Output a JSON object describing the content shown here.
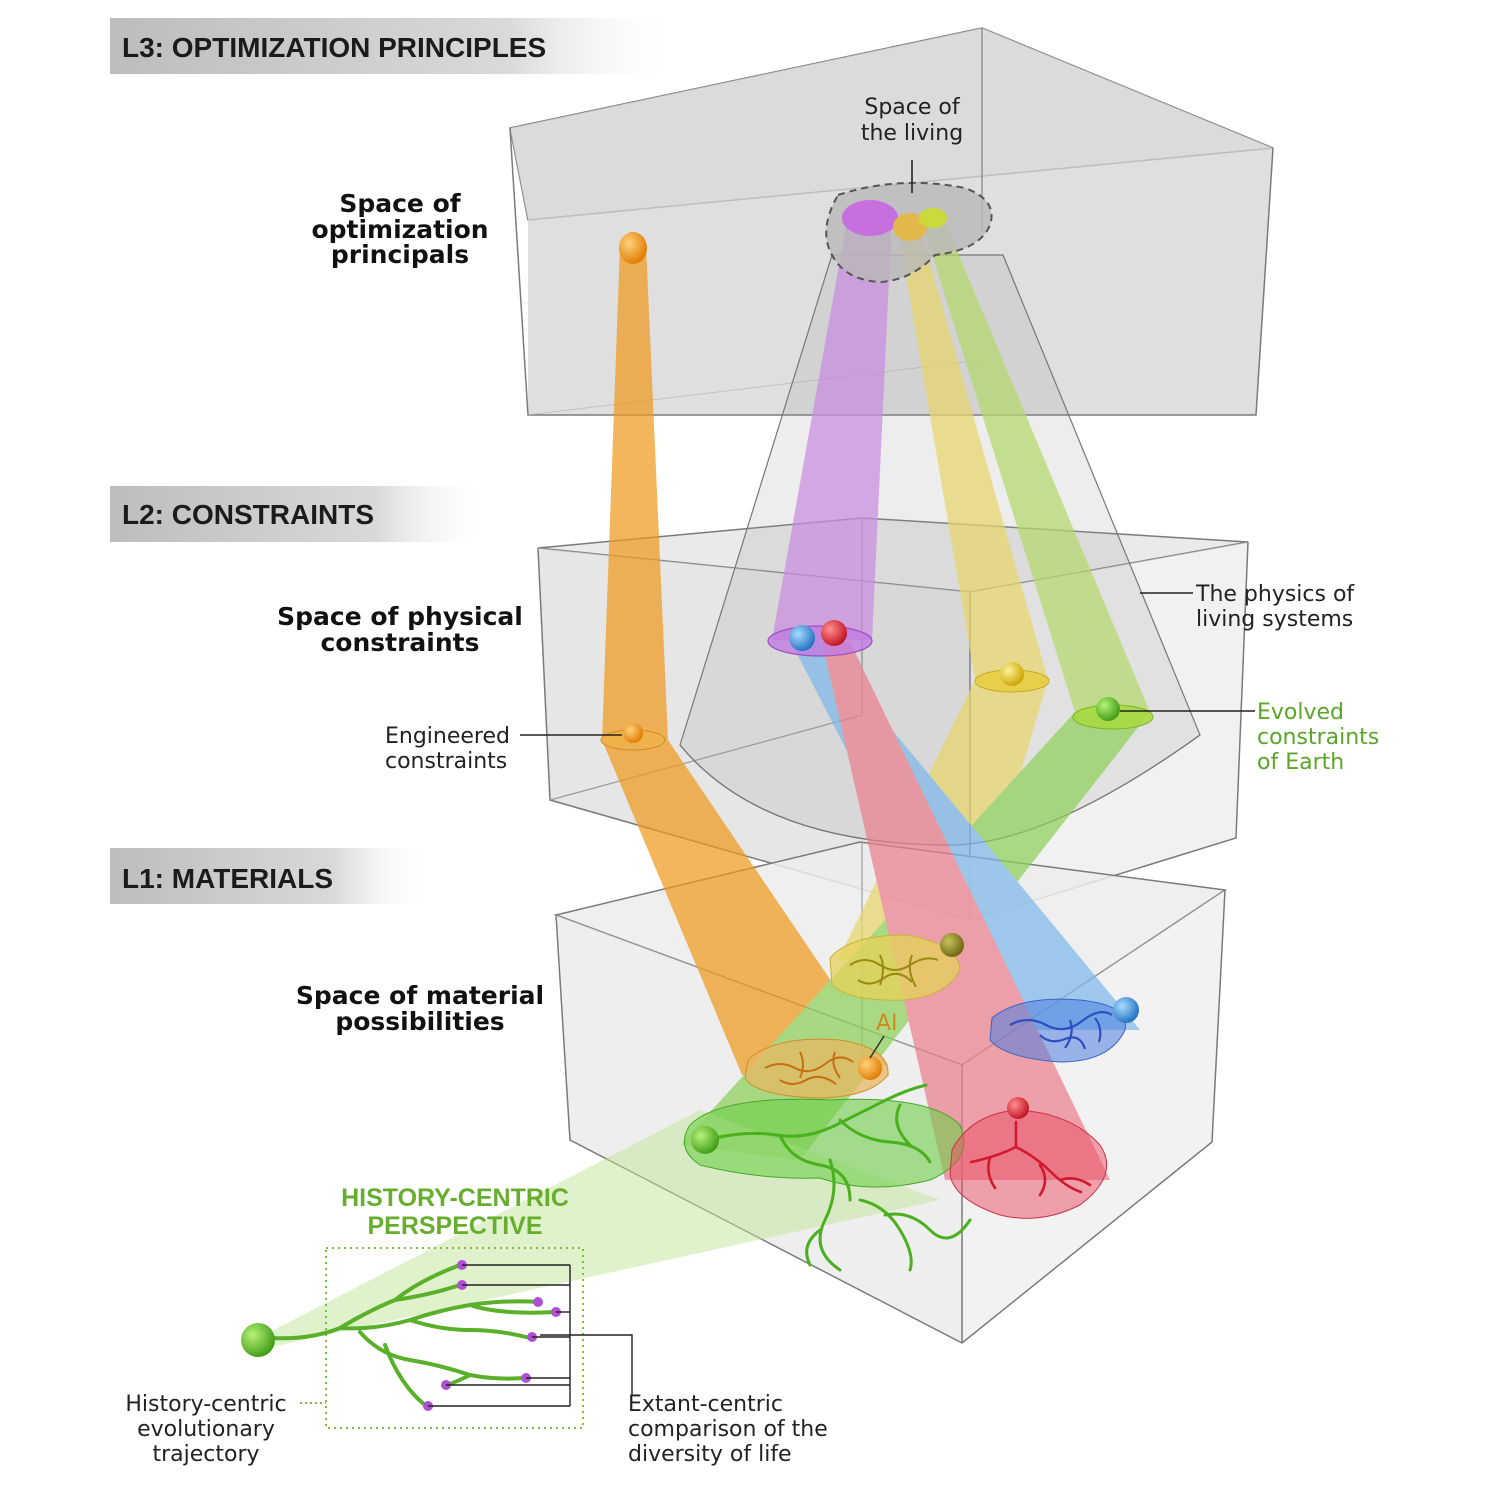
{
  "banners": {
    "l3": "L3: OPTIMIZATION PRINCIPLES",
    "l2": "L2: CONSTRAINTS",
    "l1": "L1: MATERIALS"
  },
  "labels": {
    "opt_space": [
      "Space of",
      "optimization",
      "principals"
    ],
    "living_space": [
      "Space of",
      "the living"
    ],
    "phys_space": [
      "Space of physical",
      "constraints"
    ],
    "physics_living": [
      "The physics of",
      "living systems"
    ],
    "engineered": [
      "Engineered",
      "constraints"
    ],
    "evolved": [
      "Evolved",
      "constraints",
      "of Earth"
    ],
    "material_space": [
      "Space of material",
      "possibilities"
    ],
    "ai": "AI",
    "history_title": [
      "HISTORY-CENTRIC",
      "PERSPECTIVE"
    ],
    "history_traj": [
      "History-centric",
      "evolutionary",
      "trajectory"
    ],
    "extant": [
      "Extant-centric",
      "comparison of the",
      "diversity of life"
    ]
  },
  "colors": {
    "orange": "#f0a02a",
    "purple": "#c37bd6",
    "yellow": "#e4cf4a",
    "green": "#7cc936",
    "blue": "#5fa9e6",
    "red": "#e7576b",
    "evolved_text": "#5aa628"
  }
}
